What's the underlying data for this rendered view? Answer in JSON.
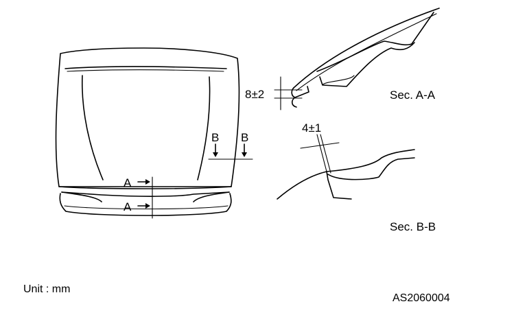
{
  "labels": {
    "section_a_marker": "A",
    "section_b_marker": "B",
    "dimension_a": "8±2",
    "dimension_b": "4±1",
    "section_a_title": "Sec. A-A",
    "section_b_title": "Sec. B-B",
    "unit": "Unit : mm",
    "figure_code": "AS2060004"
  }
}
